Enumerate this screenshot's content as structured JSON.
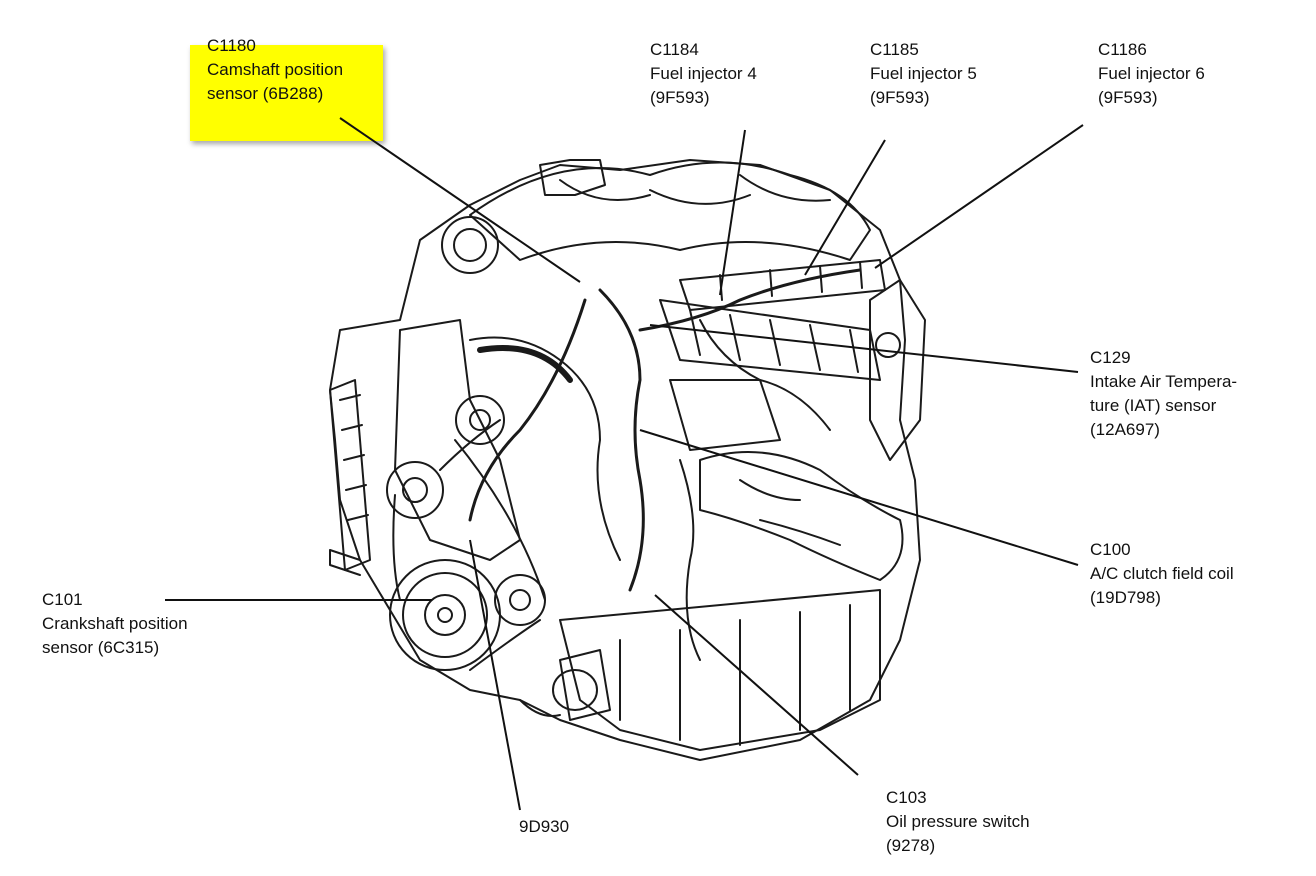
{
  "callouts": {
    "c1180": {
      "code": "C1180",
      "line1": "Camshaft position",
      "line2": "sensor (6B288)"
    },
    "c1184": {
      "code": "C1184",
      "line1": "Fuel injector 4",
      "line2": "(9F593)"
    },
    "c1185": {
      "code": "C1185",
      "line1": "Fuel injector 5",
      "line2": "(9F593)"
    },
    "c1186": {
      "code": "C1186",
      "line1": "Fuel injector 6",
      "line2": "(9F593)"
    },
    "c129": {
      "code": "C129",
      "line1": "Intake Air Tempera-",
      "line2": "ture (IAT) sensor",
      "line3": "(12A697)"
    },
    "c100": {
      "code": "C100",
      "line1": "A/C clutch field coil",
      "line2": "(19D798)"
    },
    "c101": {
      "code": "C101",
      "line1": "Crankshaft position",
      "line2": "sensor (6C315)"
    },
    "c103": {
      "code": "C103",
      "line1": "Oil pressure switch",
      "line2": "(9278)"
    },
    "p9d930": {
      "code": "9D930"
    }
  },
  "colors": {
    "highlight": "#ffff00",
    "ink": "#111111"
  }
}
